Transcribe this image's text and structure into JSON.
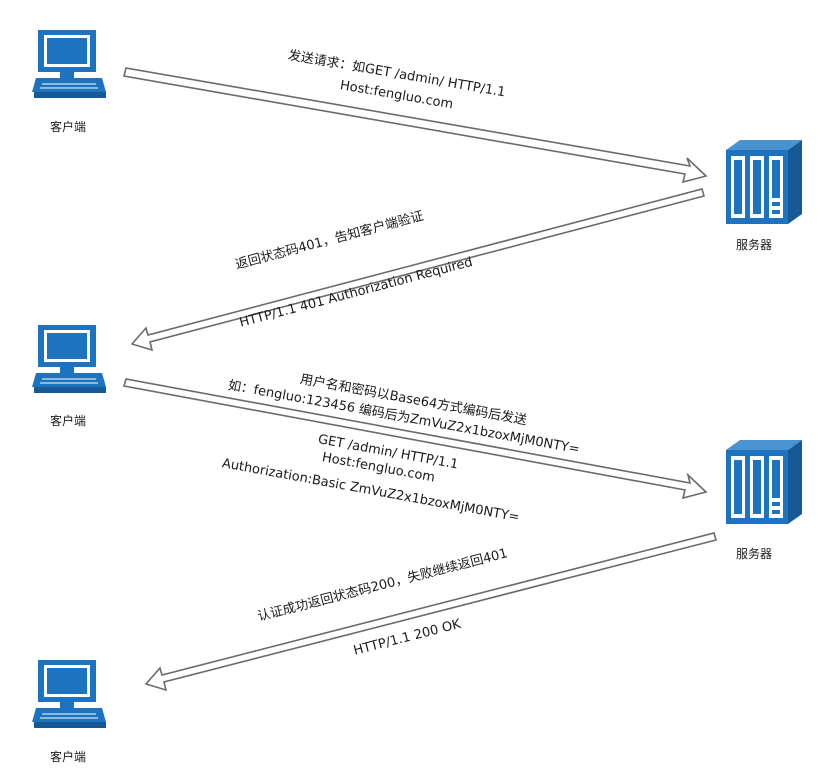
{
  "nodes": {
    "client1": "客户端",
    "server1": "服务器",
    "client2": "客户端",
    "server2": "服务器",
    "client3": "客户端"
  },
  "messages": {
    "m1": [
      "发送请求：如GET /admin/ HTTP/1.1",
      "Host:fengluo.com"
    ],
    "m2": [
      "返回状态码401，告知客户端验证",
      "HTTP/1.1 401 Authorization Required"
    ],
    "m3": [
      "用户名和密码以Base64方式编码后发送",
      "如：fengluo:123456  编码后为ZmVuZ2x1bzoxMjM0NTY=",
      "GET /admin/ HTTP/1.1",
      "Host:fengluo.com",
      "Authorization:Basic ZmVuZ2x1bzoxMjM0NTY="
    ],
    "m4": [
      "认证成功返回状态码200，失败继续返回401",
      "HTTP/1.1 200 OK"
    ]
  },
  "colors": {
    "device": "#1e73be",
    "device_dark": "#155a96",
    "arrow_stroke": "#6b6b6b",
    "arrow_fill": "#ffffff"
  },
  "icons": {
    "client": "desktop-computer-icon",
    "server": "server-rack-icon"
  }
}
